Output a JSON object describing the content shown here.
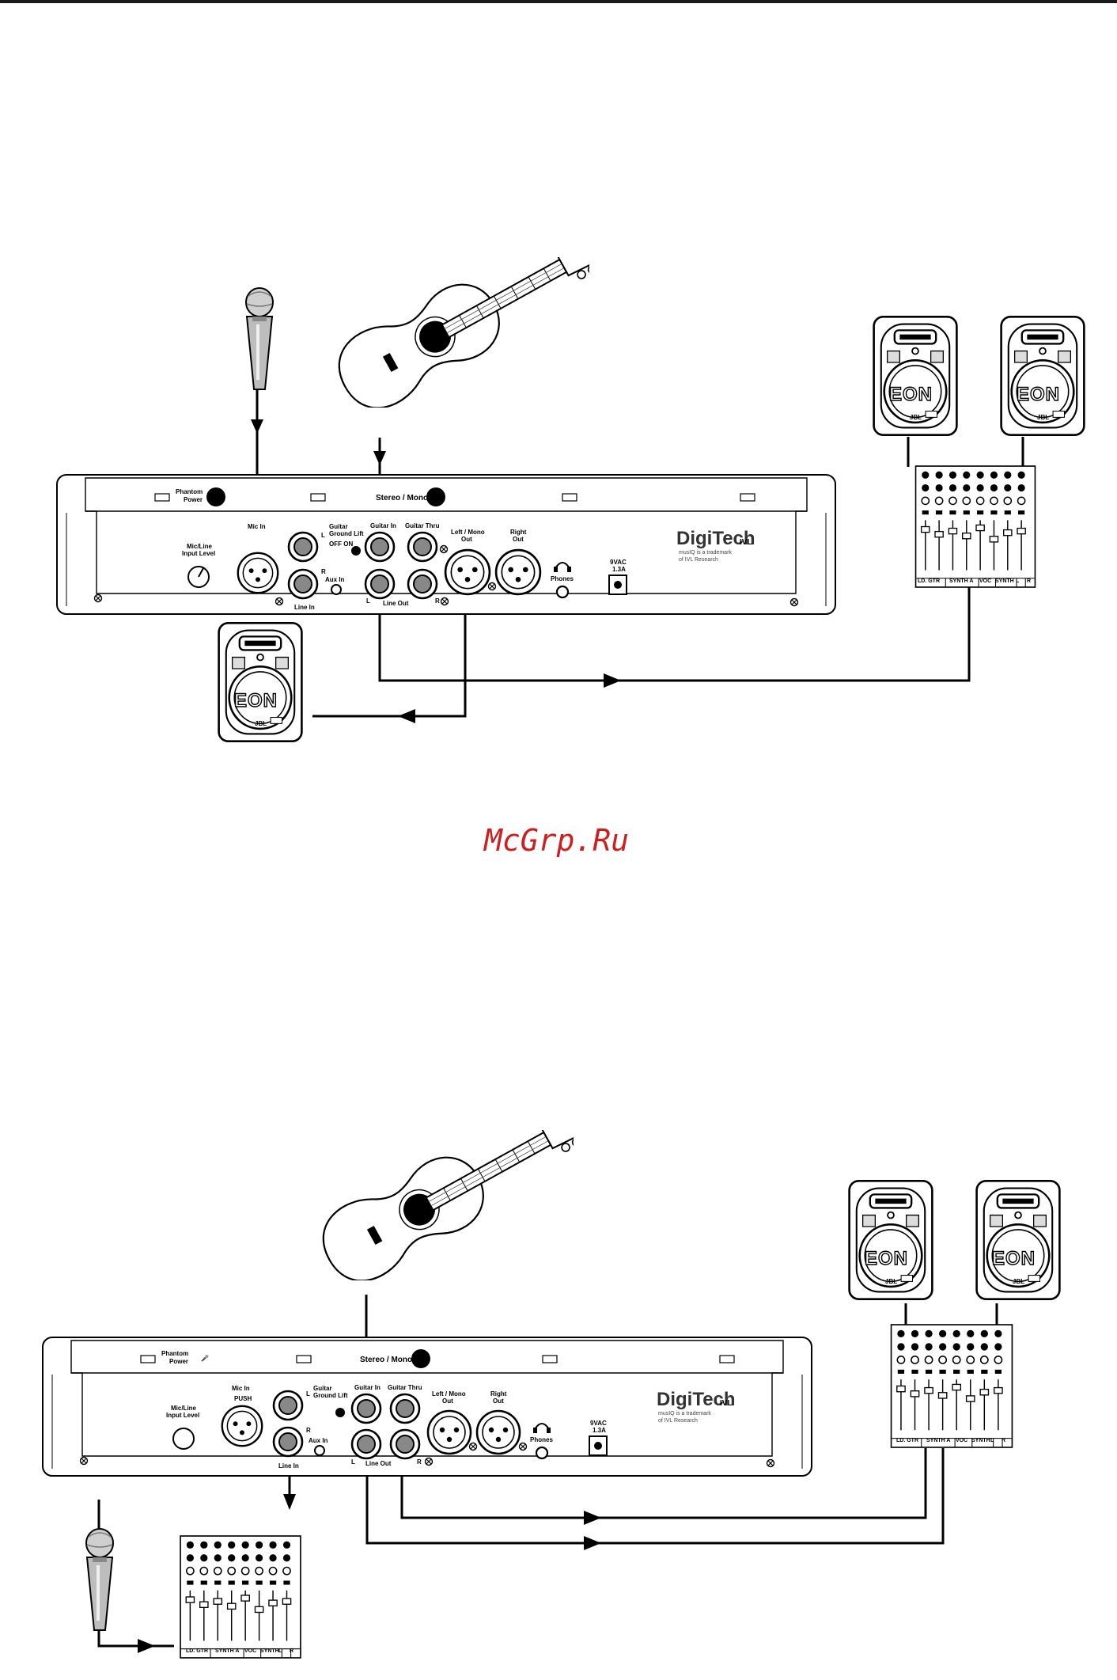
{
  "watermark": "McGrp.Ru",
  "unit_labels": {
    "phantom_power": [
      "Phantom",
      "Power"
    ],
    "stereo_mono": "Stereo / Mono",
    "mic_line_level": [
      "Mic/Line",
      "Input Level"
    ],
    "mic_in": "Mic In",
    "push": "PUSH",
    "line_in": "Line In",
    "aux_in": "Aux In",
    "guitar_ground_lift": [
      "Guitar",
      "Ground Lift"
    ],
    "off_on": "OFF ON",
    "guitar_in": "Guitar In",
    "guitar_thru": "Guitar Thru",
    "line_out": "Line Out",
    "left_mono_out": [
      "Left / Mono",
      "Out"
    ],
    "right_out": [
      "Right",
      "Out"
    ],
    "phones": "Phones",
    "power": [
      "9VAC",
      "1.3A"
    ],
    "l": "L",
    "r": "R",
    "brand": "DigiTech",
    "model": "IVL",
    "trademark": [
      "musIQ is a trademark",
      "of IVL Research"
    ]
  },
  "speaker_logo": "EON",
  "speaker_badge": "JBL",
  "mixer_channels": [
    "LD. GTR",
    "SYNTH A",
    "VOC",
    "SYNTH",
    "L",
    "R"
  ],
  "icons": [
    "microphone-icon",
    "acoustic-guitar-icon",
    "speaker-icon",
    "mixer-icon",
    "headphones-icon",
    "arrow-icon"
  ]
}
